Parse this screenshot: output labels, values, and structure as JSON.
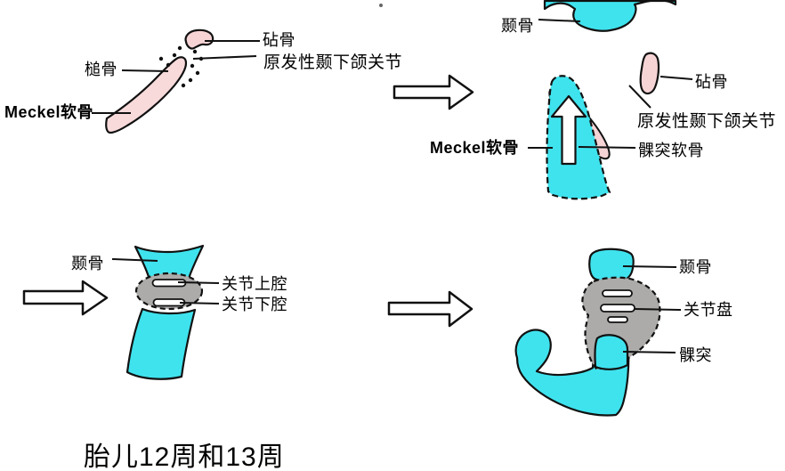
{
  "figure": {
    "caption": "胎儿12周和13周",
    "colors": {
      "bone_cyan": "#3FE3EE",
      "cartilage_pink": "#F6D4D6",
      "cartilage_pink_light": "#F8DADB",
      "disc_gray": "#ACABA9",
      "outline_black": "#111111",
      "arrow_fill_white": "#FFFFFF"
    },
    "stage1": {
      "labels": {
        "incus": "砧骨",
        "primary_tmj": "原发性颞下颌关节",
        "malleus": "槌骨",
        "meckel": "Meckel软骨"
      }
    },
    "stage2": {
      "labels": {
        "temporal_bone": "颞骨",
        "incus": "砧骨",
        "primary_tmj": "原发性颞下颌关节",
        "condylar_cartilage": "髁突软骨",
        "meckel": "Meckel软骨"
      }
    },
    "stage3": {
      "labels": {
        "temporal_bone": "颞骨",
        "upper_joint_cavity": "关节上腔",
        "lower_joint_cavity": "关节下腔"
      }
    },
    "stage4": {
      "labels": {
        "temporal_bone": "颞骨",
        "articular_disc": "关节盘",
        "condylar_process": "髁突"
      }
    }
  }
}
